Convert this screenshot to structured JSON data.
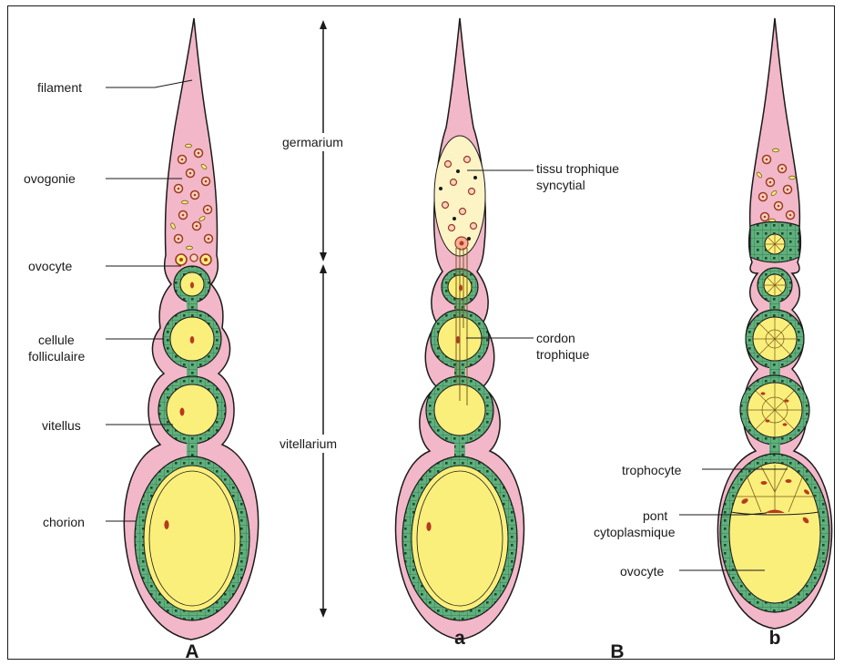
{
  "figure": {
    "labels_left": [
      "filament",
      "ovogonie",
      "ovocyte",
      "cellule",
      "folliculaire",
      "vitellus",
      "chorion"
    ],
    "labels_middle": [
      "germarium",
      "vitellarium"
    ],
    "labels_a": [
      "tissu trophique",
      "syncytial",
      "cordon",
      "trophique"
    ],
    "labels_b": [
      "trophocyte",
      "pont",
      "cytoplasmique",
      "ovocyte"
    ],
    "panel_letters": [
      "A",
      "a",
      "B",
      "b"
    ]
  },
  "colors": {
    "pink": "#f2b7c8",
    "green": "#5fb07d",
    "yellow": "#fbef7c",
    "cream": "#fdf4c6",
    "nucleus": "#b83a1e",
    "outline": "#1a1a1a"
  }
}
